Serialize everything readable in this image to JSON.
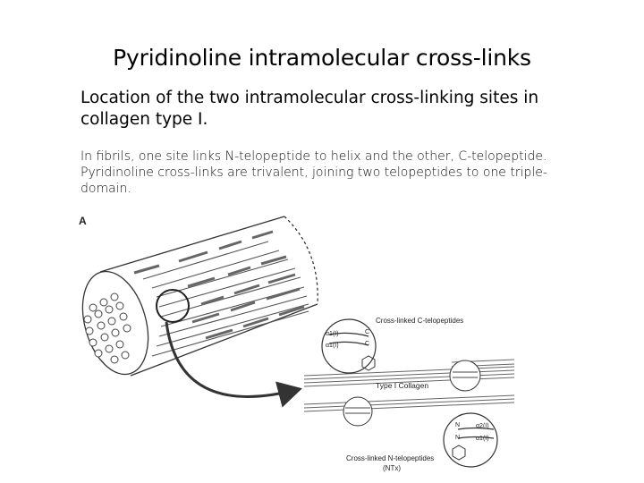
{
  "slide": {
    "title": "Pyridinoline intramolecular cross-links",
    "subtitle": "Location of the two intramolecular cross-linking sites in collagen type I.",
    "body": "In fibrils, one site links N-telopeptide to helix and the other, C-telopeptide. Pyridinoline cross-links are trivalent,  joining two telopeptides to one triple-domain."
  },
  "figure": {
    "panel_letter": "A",
    "label_c_telopeptides": "Cross-linked C-telopeptides",
    "label_collagen": "Type I Collagen",
    "label_n_telopeptides": "Cross-linked N-telopeptides",
    "label_ntx": "(NTx)",
    "chain_a1_top": "α1(I)",
    "chain_a1_mid": "α1(I)",
    "chain_a2": "α2(I)",
    "chain_a1_low": "α1(I)",
    "letter_c1": "C",
    "letter_c2": "C",
    "letter_n1": "N",
    "letter_n2": "N"
  },
  "colors": {
    "ink": "#222222",
    "muted": "#555555"
  }
}
